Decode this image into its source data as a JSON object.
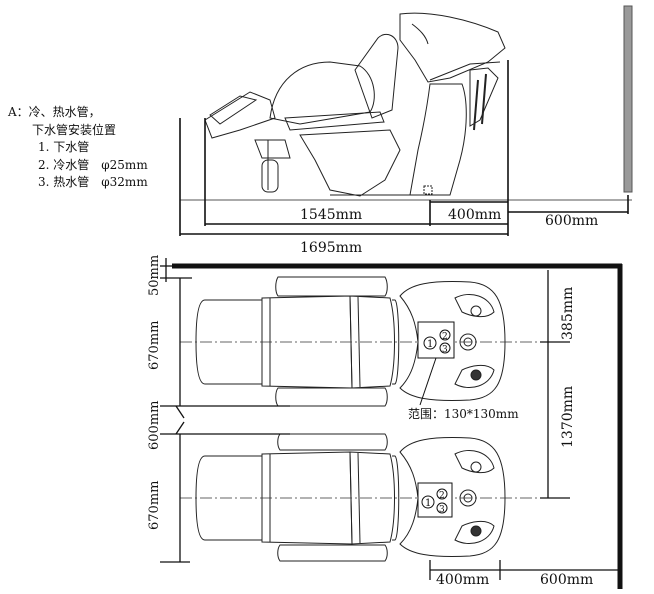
{
  "notes": {
    "heading": "A：冷、热水管，",
    "subheading": "下水管安装位置",
    "items": [
      "1. 下水管",
      "2. 冷水管　φ25mm",
      "3. 热水管　φ32mm"
    ]
  },
  "dimensions": {
    "side_total": "1695mm",
    "side_body": "1545mm",
    "side_basin": "400mm",
    "side_wall": "600mm",
    "top_gap": "50mm",
    "chair1_width": "670mm",
    "spacing": "600mm",
    "chair2_width": "670mm",
    "basin_offset": "385mm",
    "center_span": "1370mm",
    "bottom_basin": "400mm",
    "bottom_wall": "600mm"
  },
  "range_label": "范围：130*130mm",
  "pipe_numbers": [
    "1",
    "2",
    "3"
  ]
}
